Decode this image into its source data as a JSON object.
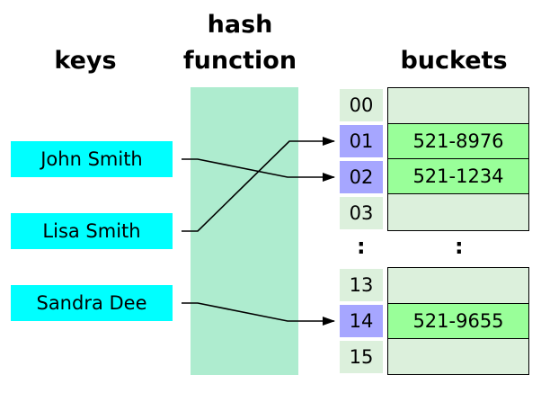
{
  "headings": {
    "keys": "keys",
    "hash_line1": "hash",
    "hash_line2": "function",
    "buckets": "buckets"
  },
  "keys": [
    "John Smith",
    "Lisa Smith",
    "Sandra Dee"
  ],
  "index_labels": [
    "00",
    "01",
    "02",
    "03",
    "13",
    "14",
    "15"
  ],
  "bucket_values": [
    "",
    "521-8976",
    "521-1234",
    "",
    "",
    "521-9655",
    ""
  ],
  "ellipsis": ":",
  "mapping": [
    {
      "key": "John Smith",
      "index": "02"
    },
    {
      "key": "Lisa Smith",
      "index": "01"
    },
    {
      "key": "Sandra Dee",
      "index": "14"
    }
  ],
  "colors": {
    "key_fill": "#00ffff",
    "hash_fill": "#aeeccf",
    "index_fill": "#dcf0dc",
    "index_highlight": "#a6a6ff",
    "bucket_empty": "#dcf0dc",
    "bucket_filled": "#99ff99"
  }
}
